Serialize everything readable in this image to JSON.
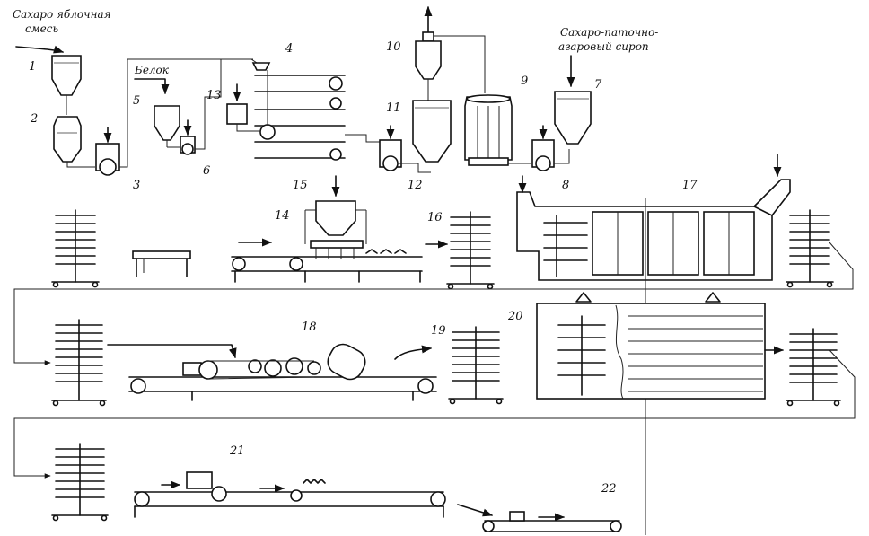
{
  "labels": {
    "apple_mix": [
      "Сахаро яблочная",
      "смесь"
    ],
    "protein": "Белок",
    "syrup": [
      "Сахаро-паточно-",
      "агаровый сироп"
    ]
  },
  "numbers": {
    "n1": "1",
    "n2": "2",
    "n3": "3",
    "n4": "4",
    "n5": "5",
    "n6": "6",
    "n7": "7",
    "n8": "8",
    "n9": "9",
    "n10": "10",
    "n11": "11",
    "n12": "12",
    "n13": "13",
    "n14": "14",
    "n15": "15",
    "n16": "16",
    "n17": "17",
    "n18": "18",
    "n19": "19",
    "n20": "20",
    "n21": "21",
    "n22": "22"
  }
}
